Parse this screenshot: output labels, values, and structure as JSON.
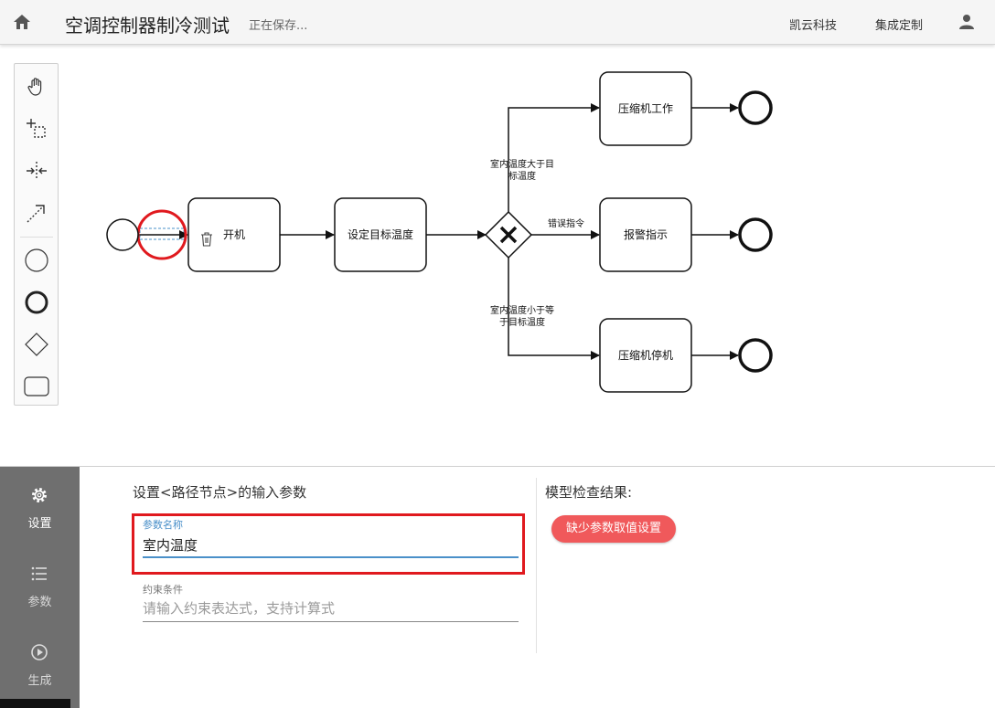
{
  "header": {
    "title": "空调控制器制冷测试",
    "save_status": "正在保存...",
    "links": [
      "凯云科技",
      "集成定制"
    ]
  },
  "palette": {
    "tools": [
      "hand-tool",
      "lasso-tool",
      "space-tool",
      "connect-tool",
      "start-event",
      "end-event",
      "gateway",
      "task"
    ]
  },
  "diagram": {
    "tasks": {
      "power_on": "开机",
      "set_target": "设定目标温度",
      "compressor_on": "压缩机工作",
      "alarm": "报警指示",
      "compressor_off": "压缩机停机"
    },
    "flows": {
      "upper_line1": "室内温度大于目",
      "upper_line2": "标温度",
      "middle": "错误指令",
      "lower_line1": "室内温度小于等",
      "lower_line2": "于目标温度"
    }
  },
  "sidenav": {
    "items": [
      {
        "label": "设置",
        "icon": "gear-icon"
      },
      {
        "label": "参数",
        "icon": "list-icon"
      },
      {
        "label": "生成",
        "icon": "play-circle-icon"
      }
    ]
  },
  "form": {
    "title": "设置<路径节点>的输入参数",
    "param_name_label": "参数名称",
    "param_name_value": "室内温度",
    "condition_label": "约束条件",
    "condition_placeholder": "请输入约束表达式，支持计算式"
  },
  "check": {
    "title": "模型检查结果:",
    "badge": "缺少参数取值设置"
  },
  "colors": {
    "accent_blue": "#4a90c9",
    "error_red": "#e0191e",
    "badge_red": "#f0595b",
    "sidenav_gray": "#6f6f6f"
  }
}
